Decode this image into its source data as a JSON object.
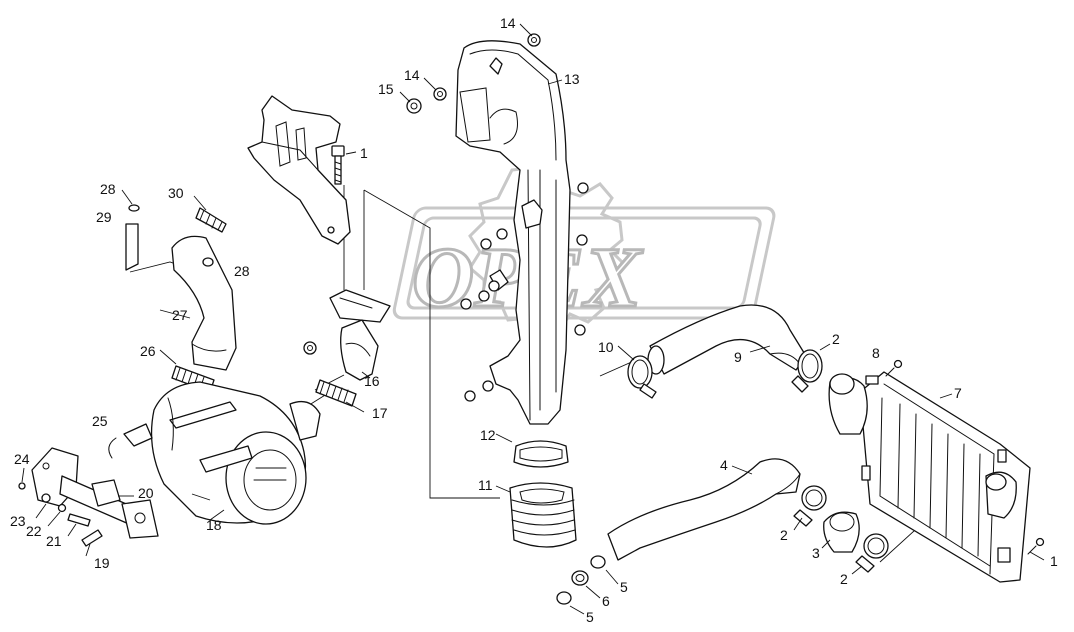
{
  "watermark": {
    "brand": "OPEX"
  },
  "callouts": [
    {
      "id": "c14a",
      "label": "14"
    },
    {
      "id": "c14b",
      "label": "14"
    },
    {
      "id": "c15",
      "label": "15"
    },
    {
      "id": "c13",
      "label": "13"
    },
    {
      "id": "c1a",
      "label": "1"
    },
    {
      "id": "c28a",
      "label": "28"
    },
    {
      "id": "c30",
      "label": "30"
    },
    {
      "id": "c29",
      "label": "29"
    },
    {
      "id": "c28b",
      "label": "28"
    },
    {
      "id": "c27",
      "label": "27"
    },
    {
      "id": "c26",
      "label": "26"
    },
    {
      "id": "c16",
      "label": "16"
    },
    {
      "id": "c17",
      "label": "17"
    },
    {
      "id": "c10",
      "label": "10"
    },
    {
      "id": "c9",
      "label": "9"
    },
    {
      "id": "c2a",
      "label": "2"
    },
    {
      "id": "c8",
      "label": "8"
    },
    {
      "id": "c7",
      "label": "7"
    },
    {
      "id": "c25",
      "label": "25"
    },
    {
      "id": "c12",
      "label": "12"
    },
    {
      "id": "c4",
      "label": "4"
    },
    {
      "id": "c24",
      "label": "24"
    },
    {
      "id": "c11",
      "label": "11"
    },
    {
      "id": "c20",
      "label": "20"
    },
    {
      "id": "c23",
      "label": "23"
    },
    {
      "id": "c22",
      "label": "22"
    },
    {
      "id": "c21",
      "label": "21"
    },
    {
      "id": "c18",
      "label": "18"
    },
    {
      "id": "c2b",
      "label": "2"
    },
    {
      "id": "c3",
      "label": "3"
    },
    {
      "id": "c1b",
      "label": "1"
    },
    {
      "id": "c19",
      "label": "19"
    },
    {
      "id": "c2c",
      "label": "2"
    },
    {
      "id": "c5a",
      "label": "5"
    },
    {
      "id": "c6",
      "label": "6"
    },
    {
      "id": "c5b",
      "label": "5"
    }
  ]
}
